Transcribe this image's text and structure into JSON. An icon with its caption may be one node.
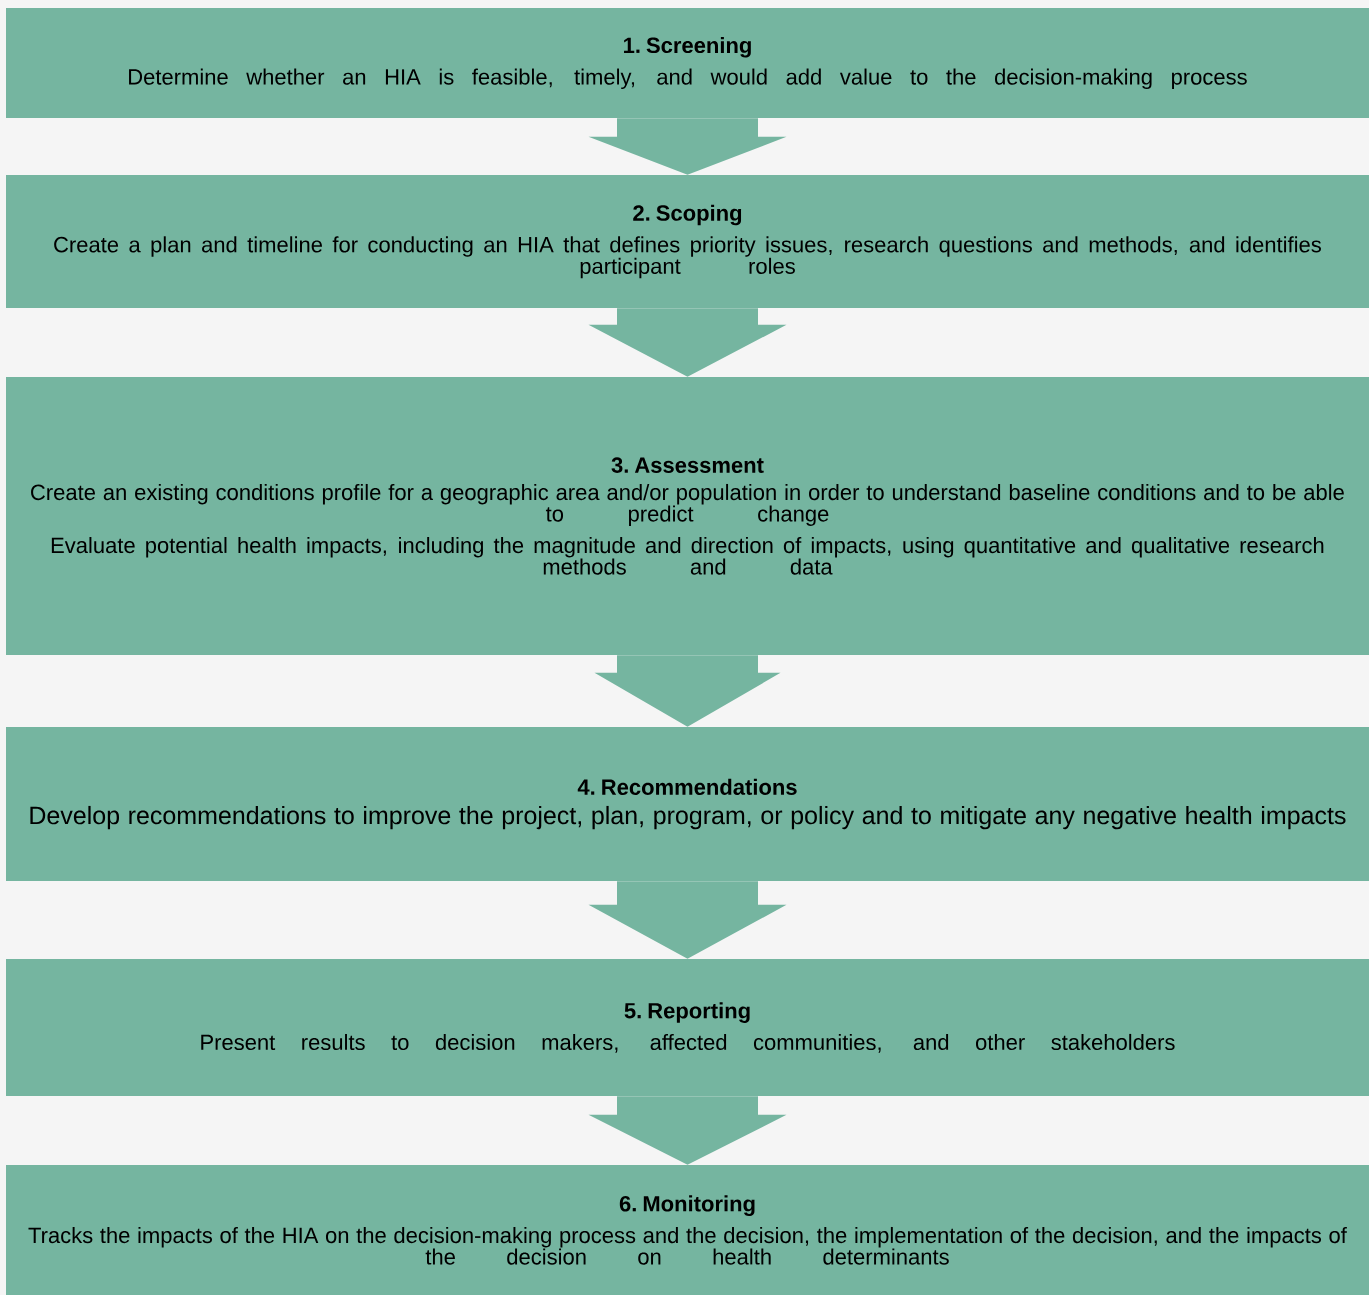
{
  "diagram": {
    "nodes": [
      {
        "text": [
          "1. Screening",
          "Determine whether an HIA is feasible, timely, and would add value to the decision-making process"
        ]
      },
      {
        "text": [
          "2. Scoping",
          "Create a plan and timeline for conducting an HIA that defines priority issues, research questions and methods, and identifies participant roles"
        ]
      },
      {
        "text": [
          "3. Assessment",
          "Create an existing conditions profile for a geographic area and/or population in order to understand baseline conditions and to be able to predict change",
          "Evaluate potential health impacts, including the magnitude and direction of impacts, using quantitative and qualitative research methods and data"
        ]
      },
      {
        "text": [
          "4. Recommendations",
          "Develop recommendations to improve the project, plan, program, or policy and to mitigate any negative health impacts"
        ]
      },
      {
        "text": [
          "5. Reporting",
          "Present results to decision makers, affected communities, and other stakeholders"
        ]
      },
      {
        "text": [
          "6. Monitoring",
          "Tracks the impacts of the HIA on the decision-making process and the decision, the implementation of the decision, and the impacts of the decision on health determinants"
        ]
      }
    ],
    "edges": [
      {
        "from": 0,
        "to": 1,
        "arrow": "to"
      },
      {
        "from": 1,
        "to": 2,
        "arrow": "to"
      },
      {
        "from": 2,
        "to": 3,
        "arrow": "to"
      },
      {
        "from": 3,
        "to": 4,
        "arrow": "to"
      },
      {
        "from": 4,
        "to": 5,
        "arrow": "to"
      }
    ]
  }
}
